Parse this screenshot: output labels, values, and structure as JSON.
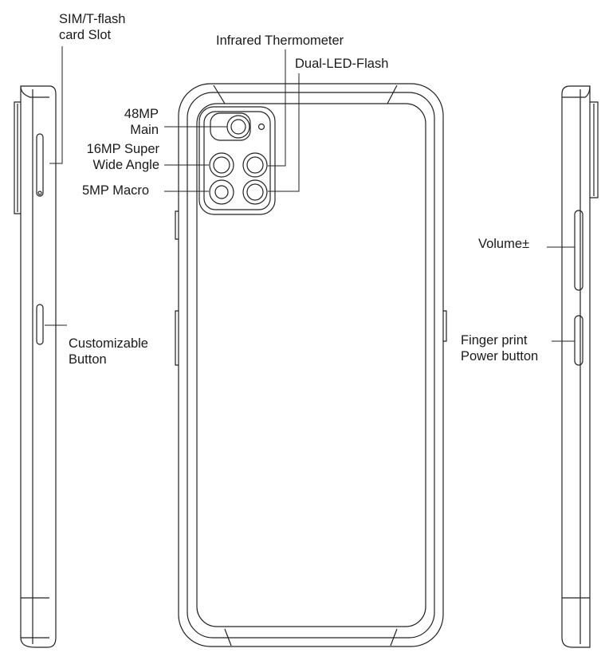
{
  "labels": {
    "sim_slot_line1": "SIM/T-flash",
    "sim_slot_line2": "card Slot",
    "customizable_line1": "Customizable",
    "customizable_line2": "Button",
    "infrared": "Infrared Thermometer",
    "flash": "Dual-LED-Flash",
    "main_line1": "48MP",
    "main_line2": "Main",
    "wide_line1": "16MP Super",
    "wide_line2": "Wide Angle",
    "macro": "5MP Macro",
    "volume": "Volume±",
    "power_line1": "Finger print",
    "power_line2": "Power button"
  },
  "colors": {
    "stroke": "#222222",
    "text": "#1a1a1a",
    "background": "#ffffff"
  }
}
